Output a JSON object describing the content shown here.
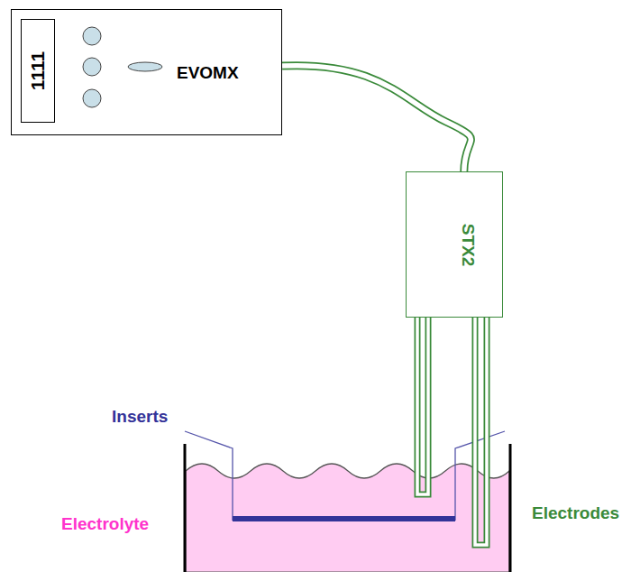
{
  "diagram": {
    "nodes": [
      {
        "text": [
          "EVOMX"
        ]
      },
      {
        "text": [
          "1111"
        ],
        "in": 0
      },
      {
        "text": [
          "STX2"
        ]
      }
    ],
    "edges": [
      {
        "from": 0,
        "to": 2,
        "arrow": "none"
      }
    ],
    "labels": [
      "Inserts",
      "Electrolyte",
      "Electrodes"
    ]
  }
}
